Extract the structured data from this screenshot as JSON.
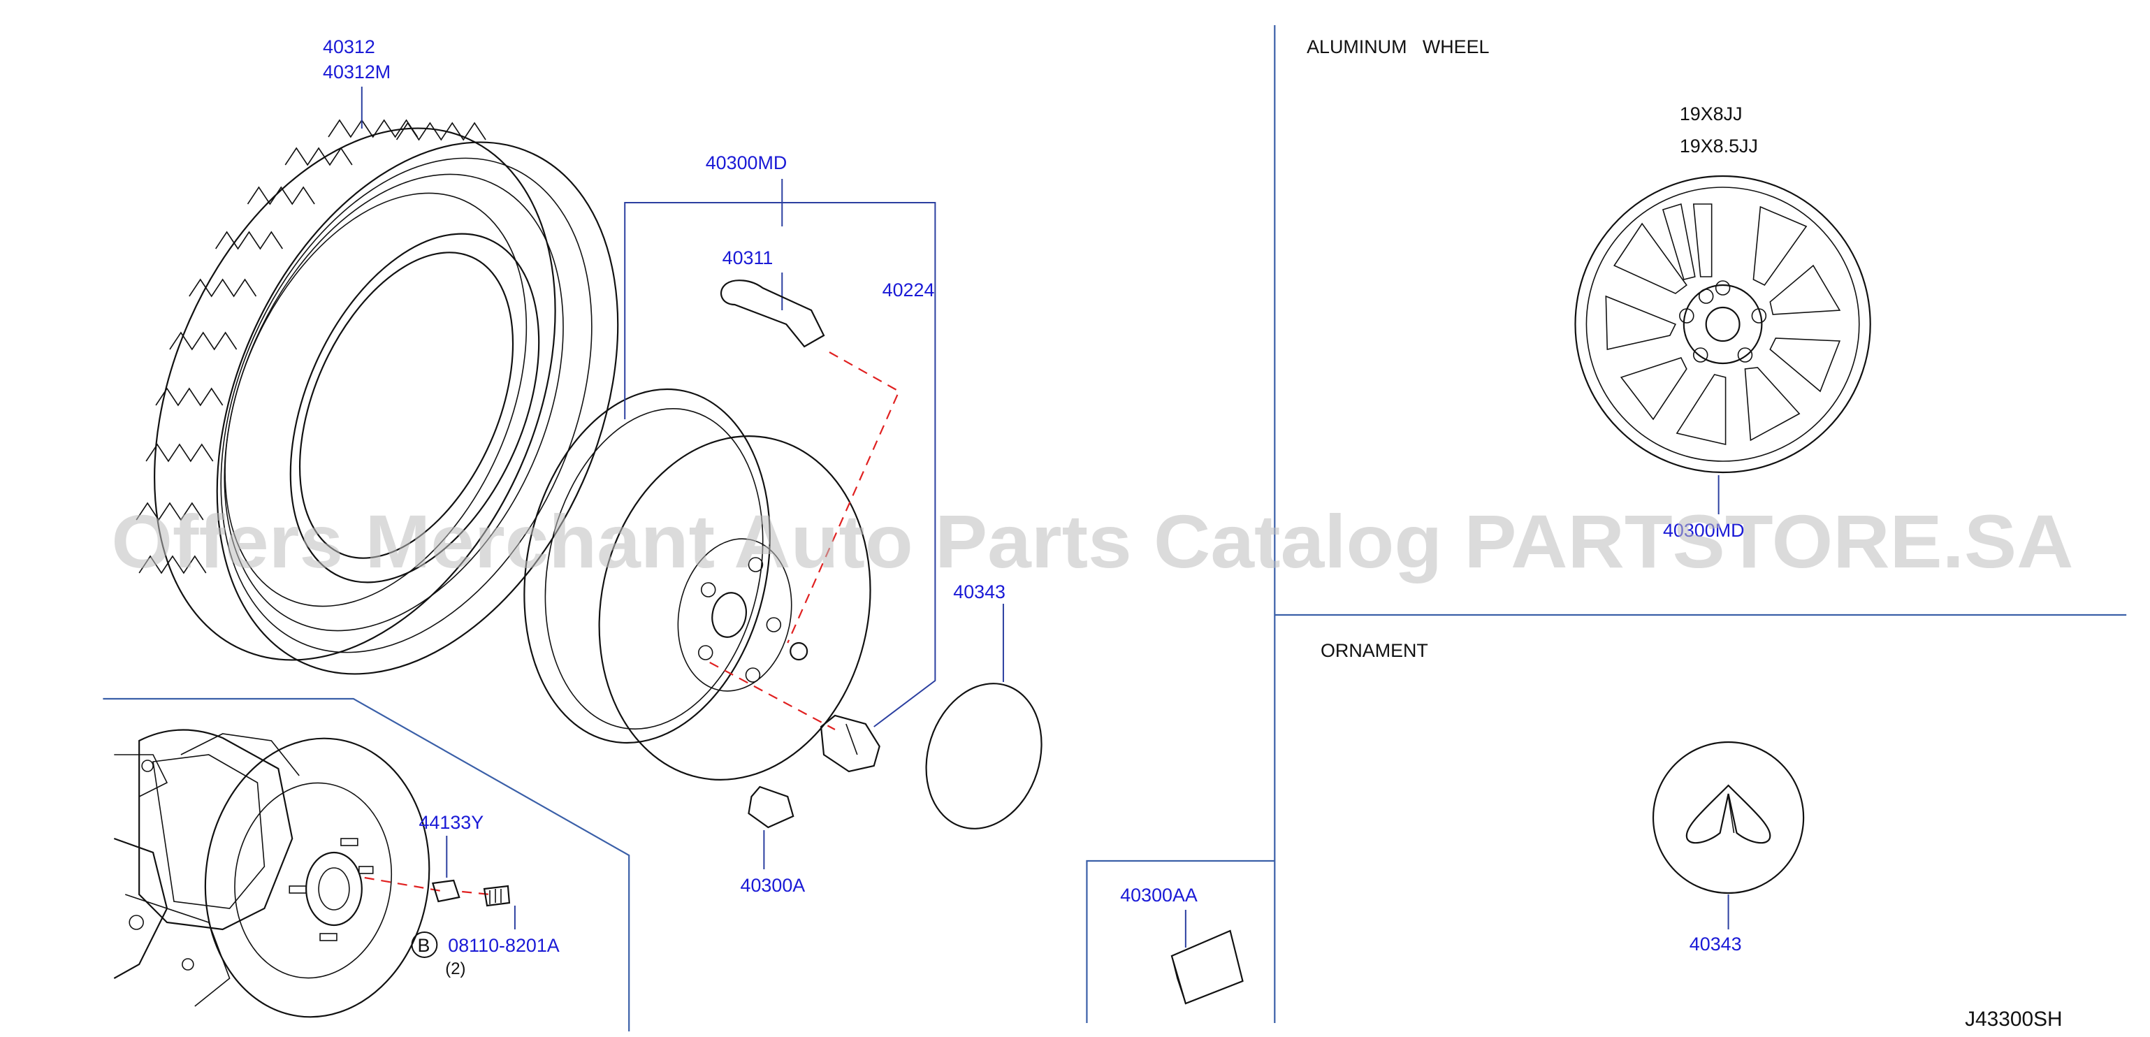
{
  "sections": {
    "aluminum_wheel": "ALUMINUM   WHEEL",
    "ornament": "ORNAMENT"
  },
  "wheel_sizes": [
    "19X8JJ",
    "19X8.5JJ"
  ],
  "parts": {
    "tire": [
      "40312",
      "40312M"
    ],
    "wheel_assy": "40300MD",
    "valve": "40311",
    "nut": "40224",
    "cap": "40343",
    "weight": "40300A",
    "stud": "44133Y",
    "bolt_ref": "B",
    "bolt": "08110-8201A",
    "bolt_qty": "(2)",
    "balance_weight_alt": "40300AA",
    "alu_wheel_assy": "40300MD",
    "ornament_cap": "40343"
  },
  "diagram_code": "J43300SH",
  "watermark": "Offers Merchant Auto Parts Catalog PARTSTORE.SA"
}
